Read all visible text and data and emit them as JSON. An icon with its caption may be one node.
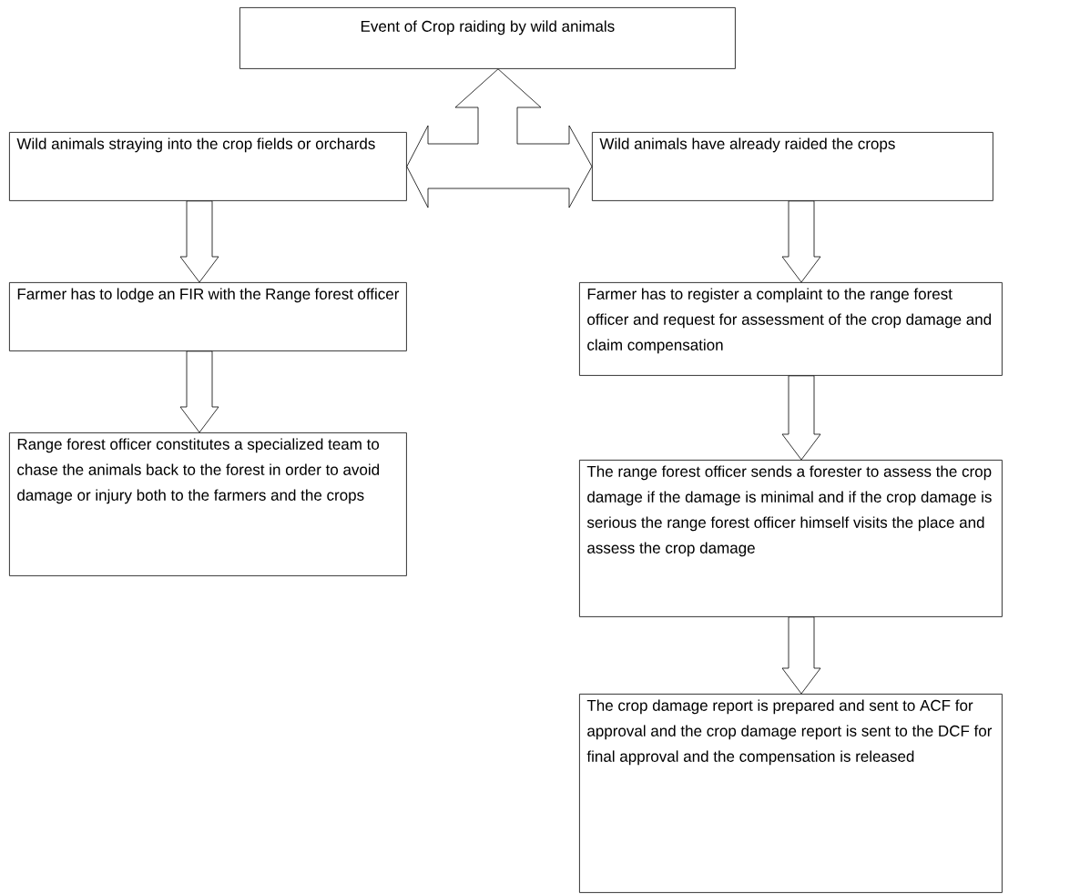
{
  "diagram": {
    "nodes": [
      {
        "text": [
          "Event of Crop raiding by wild animals"
        ]
      },
      {
        "text": [
          "Wild animals straying into the crop fields or orchards"
        ]
      },
      {
        "text": [
          "Wild animals have already raided the crops"
        ]
      },
      {
        "text": [
          "Farmer has to lodge an FIR with the Range forest officer"
        ]
      },
      {
        "text": [
          "Range forest officer constitutes a specialized team to chase the animals back to the forest in order to avoid damage or injury both to the farmers and the crops"
        ]
      },
      {
        "text": [
          "Farmer has to register a complaint to the range forest officer and request for assessment of the crop damage and claim compensation"
        ]
      },
      {
        "text": [
          "The range forest officer sends a forester to assess the crop damage if the damage is minimal and if the crop damage is serious the range forest officer himself visits the place and assess the crop damage"
        ]
      },
      {
        "text": [
          "The crop damage report is prepared and sent to ACF for approval and the crop damage report is sent to the DCF for final approval and the compensation is released"
        ]
      }
    ],
    "edges": [
      {
        "from": 0,
        "to": 1,
        "arrow": "both"
      },
      {
        "from": 0,
        "to": 2,
        "arrow": "both"
      },
      {
        "from": 1,
        "to": 3,
        "arrow": "to"
      },
      {
        "from": 3,
        "to": 4,
        "arrow": "to"
      },
      {
        "from": 2,
        "to": 5,
        "arrow": "to"
      },
      {
        "from": 5,
        "to": 6,
        "arrow": "to"
      },
      {
        "from": 6,
        "to": 7,
        "arrow": "to"
      }
    ]
  }
}
